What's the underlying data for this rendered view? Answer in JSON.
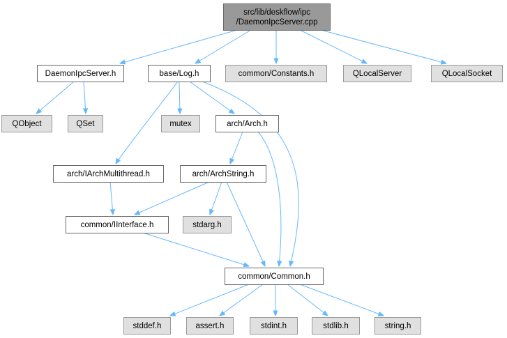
{
  "diagram": {
    "nodes": {
      "root": {
        "lines": [
          "src/lib/deskflow/ipc",
          "/DaemonIpcServer.cpp"
        ],
        "style": "root"
      },
      "daemonipcserver_h": {
        "lines": [
          "DaemonIpcServer.h"
        ],
        "style": "file"
      },
      "log_h": {
        "lines": [
          "base/Log.h"
        ],
        "style": "file"
      },
      "constants_h": {
        "lines": [
          "common/Constants.h"
        ],
        "style": "external"
      },
      "qlocalserver": {
        "lines": [
          "QLocalServer"
        ],
        "style": "external"
      },
      "qlocalsocket": {
        "lines": [
          "QLocalSocket"
        ],
        "style": "external"
      },
      "qobject": {
        "lines": [
          "QObject"
        ],
        "style": "external"
      },
      "qset": {
        "lines": [
          "QSet"
        ],
        "style": "external"
      },
      "mutex": {
        "lines": [
          "mutex"
        ],
        "style": "external"
      },
      "arch_h": {
        "lines": [
          "arch/Arch.h"
        ],
        "style": "file"
      },
      "iarchmultithread_h": {
        "lines": [
          "arch/IArchMultithread.h"
        ],
        "style": "file"
      },
      "archstring_h": {
        "lines": [
          "arch/ArchString.h"
        ],
        "style": "file"
      },
      "iinterface_h": {
        "lines": [
          "common/IInterface.h"
        ],
        "style": "file"
      },
      "stdarg_h": {
        "lines": [
          "stdarg.h"
        ],
        "style": "external"
      },
      "common_h": {
        "lines": [
          "common/Common.h"
        ],
        "style": "file"
      },
      "stddef_h": {
        "lines": [
          "stddef.h"
        ],
        "style": "external"
      },
      "assert_h": {
        "lines": [
          "assert.h"
        ],
        "style": "external"
      },
      "stdint_h": {
        "lines": [
          "stdint.h"
        ],
        "style": "external"
      },
      "stdlib_h": {
        "lines": [
          "stdlib.h"
        ],
        "style": "external"
      },
      "string_h": {
        "lines": [
          "string.h"
        ],
        "style": "external"
      }
    },
    "edges": [
      [
        "root",
        "daemonipcserver_h"
      ],
      [
        "root",
        "log_h"
      ],
      [
        "root",
        "constants_h"
      ],
      [
        "root",
        "qlocalserver"
      ],
      [
        "root",
        "qlocalsocket"
      ],
      [
        "daemonipcserver_h",
        "qobject"
      ],
      [
        "daemonipcserver_h",
        "qset"
      ],
      [
        "log_h",
        "mutex"
      ],
      [
        "log_h",
        "arch_h"
      ],
      [
        "log_h",
        "iarchmultithread_h"
      ],
      [
        "log_h",
        "common_h"
      ],
      [
        "arch_h",
        "archstring_h"
      ],
      [
        "arch_h",
        "common_h"
      ],
      [
        "iarchmultithread_h",
        "iinterface_h"
      ],
      [
        "archstring_h",
        "iinterface_h"
      ],
      [
        "archstring_h",
        "stdarg_h"
      ],
      [
        "archstring_h",
        "common_h"
      ],
      [
        "iinterface_h",
        "common_h"
      ],
      [
        "common_h",
        "stddef_h"
      ],
      [
        "common_h",
        "assert_h"
      ],
      [
        "common_h",
        "stdint_h"
      ],
      [
        "common_h",
        "stdlib_h"
      ],
      [
        "common_h",
        "string_h"
      ]
    ],
    "colors": {
      "root_fill": "#999999",
      "root_border": "#666666",
      "file_fill": "#ffffff",
      "file_border": "#666666",
      "external_fill": "#e0e0e0",
      "external_border": "#999999",
      "edge": "#63b8ff"
    }
  }
}
